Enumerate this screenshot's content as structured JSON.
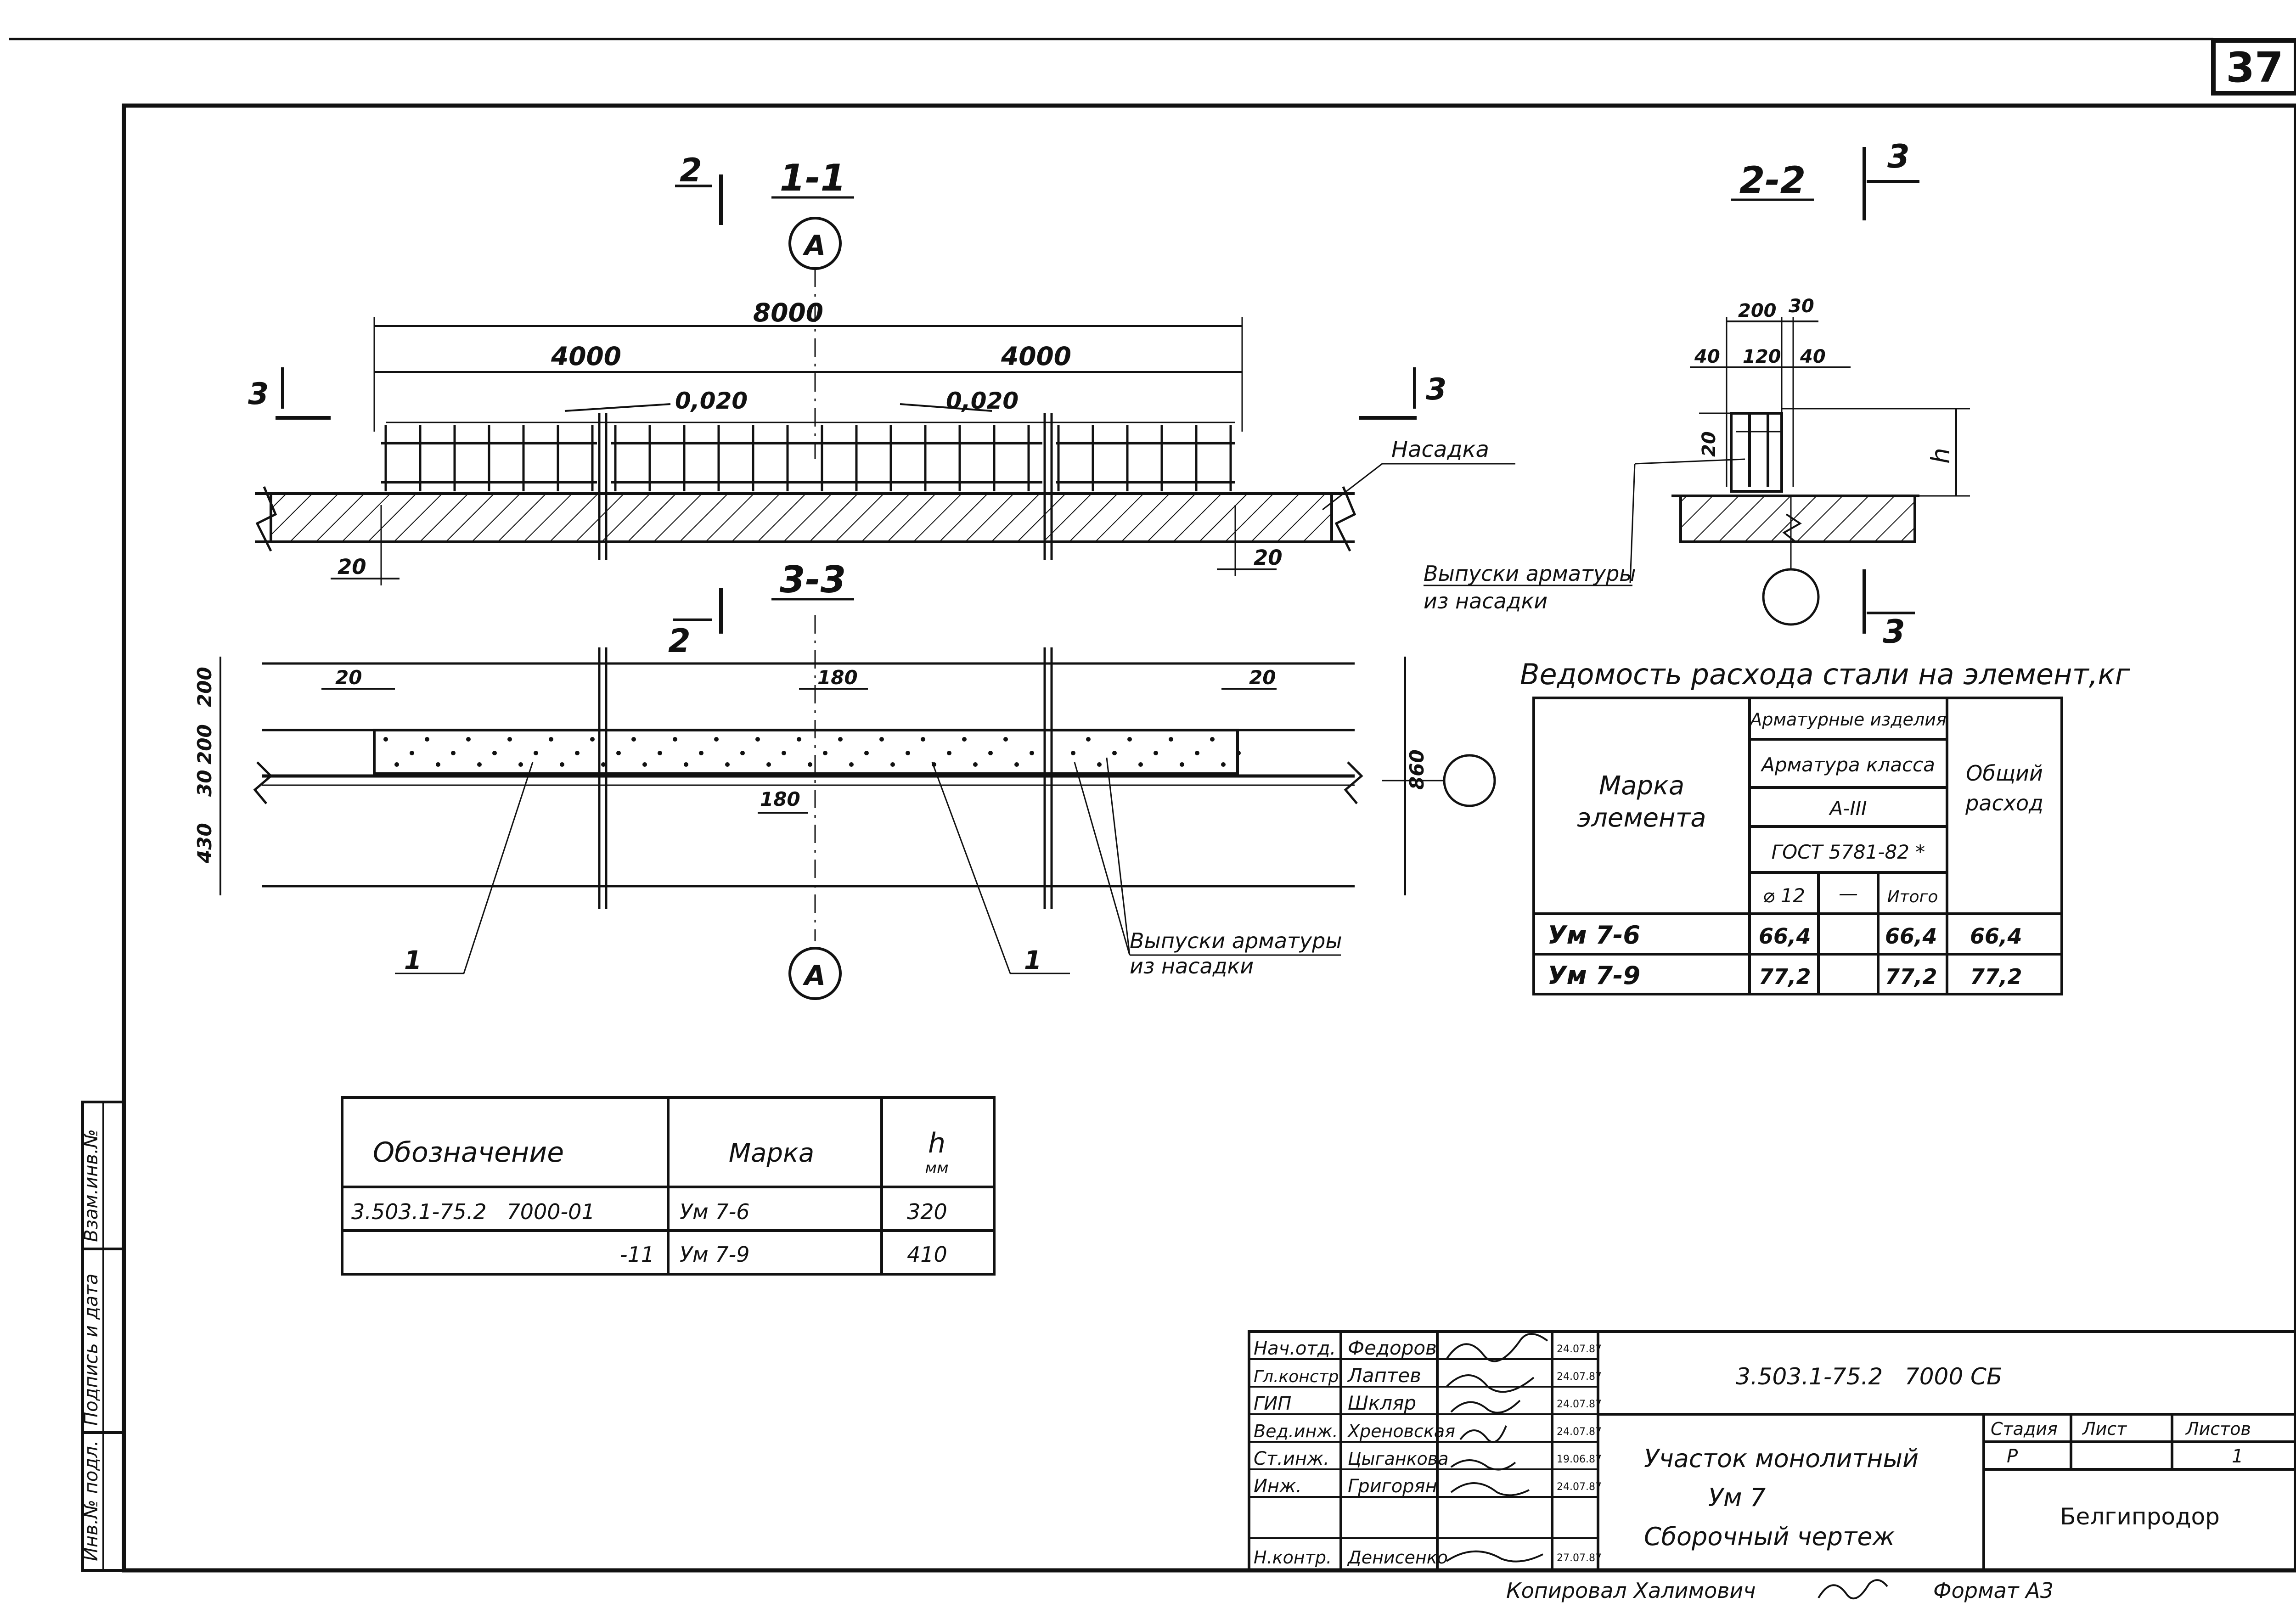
{
  "sheet_number": "37",
  "section_1": {
    "title": "1-1",
    "cut_mark_2": "2",
    "axis_label": "A",
    "dim_total": "8000",
    "dim_left": "4000",
    "dim_right": "4000",
    "slope_left": "0,020",
    "slope_right": "0,020",
    "cut_mark_3": "3",
    "callout_nasadka": "Насадка",
    "dim_edge_left": "20",
    "dim_edge_right": "20"
  },
  "section_2": {
    "title": "2-2",
    "cut_mark_3": "3",
    "dim_200": "200",
    "dim_30": "30",
    "dim_40": "40",
    "dim_120": "120",
    "dim_40b": "40",
    "dim_20": "20",
    "dim_h": "h",
    "callout_line1": "Выпуски арматуры",
    "callout_line2": "из насадки"
  },
  "section_3": {
    "title": "3-3",
    "cut_mark_2": "2",
    "axis_label": "A",
    "dim_edge_left": "20",
    "dim_edge_right": "20",
    "dim_180_top": "180",
    "dim_180_bottom": "180",
    "vdim_200_top": "200",
    "vdim_200": "200",
    "vdim_30": "30",
    "vdim_430": "430",
    "vdim_860": "860",
    "label_1_left": "1",
    "label_1_right": "1",
    "callout_line1": "Выпуски арматуры",
    "callout_line2": "из насадки"
  },
  "steel_table": {
    "title": "Ведомость расхода стали на элемент,кг",
    "col_mark_line1": "Марка",
    "col_mark_line2": "элемента",
    "group_header": "Арматурные изделия",
    "class_header": "Арматура класса",
    "class_value": "А-III",
    "gost": "ГОСТ 5781-82 *",
    "sub_d12": "⌀ 12",
    "sub_dash": "—",
    "sub_total": "Итого",
    "col_total_line1": "Общий",
    "col_total_line2": "расход",
    "rows": [
      {
        "mark": "Ум 7-6",
        "d12": "66,4",
        "dash": "",
        "total": "66,4",
        "overall": "66,4"
      },
      {
        "mark": "Ум 7-9",
        "d12": "77,2",
        "dash": "",
        "total": "77,2",
        "overall": "77,2"
      }
    ]
  },
  "designation_table": {
    "col_designation": "Обозначение",
    "col_mark": "Марка",
    "col_h": "h",
    "col_h_unit": "мм",
    "rows": [
      {
        "designation": "3.503.1-75.2   7000-01",
        "mark": "Ум 7-6",
        "h": "320"
      },
      {
        "designation": "-11",
        "mark": "Ум 7-9",
        "h": "410"
      }
    ]
  },
  "side_stamp": {
    "cells": [
      "Инв.№ подл.",
      "Подпись и дата",
      "Взам.инв.№"
    ]
  },
  "title_block": {
    "people": [
      {
        "role": "Нач.отд.",
        "name": "Федоров",
        "date": "24.07.87"
      },
      {
        "role": "Гл.констр.",
        "name": "Лаптев",
        "date": "24.07.87"
      },
      {
        "role": "ГИП",
        "name": "Шкляр",
        "date": "24.07.87"
      },
      {
        "role": "Вед.инж.",
        "name": "Хреновская",
        "date": "24.07.87"
      },
      {
        "role": "Ст.инж.",
        "name": "Цыганкова",
        "date": "19.06.87"
      },
      {
        "role": "Инж.",
        "name": "Григорян",
        "date": "24.07.87"
      },
      {
        "role": "",
        "name": "",
        "date": ""
      },
      {
        "role": "Н.контр.",
        "name": "Денисенко",
        "date": "27.07.87"
      }
    ],
    "doc_code": "3.503.1-75.2   7000 СБ",
    "title_line1": "Участок монолитный",
    "title_line2": "Ум 7",
    "title_line3": "Сборочный чертеж",
    "stage_header": "Стадия",
    "sheet_header": "Лист",
    "sheets_header": "Листов",
    "stage_value": "Р",
    "sheets_value": "1",
    "organization": "Белгипродор",
    "copied_by": "Копировал Халимович",
    "format": "Формат А3"
  }
}
